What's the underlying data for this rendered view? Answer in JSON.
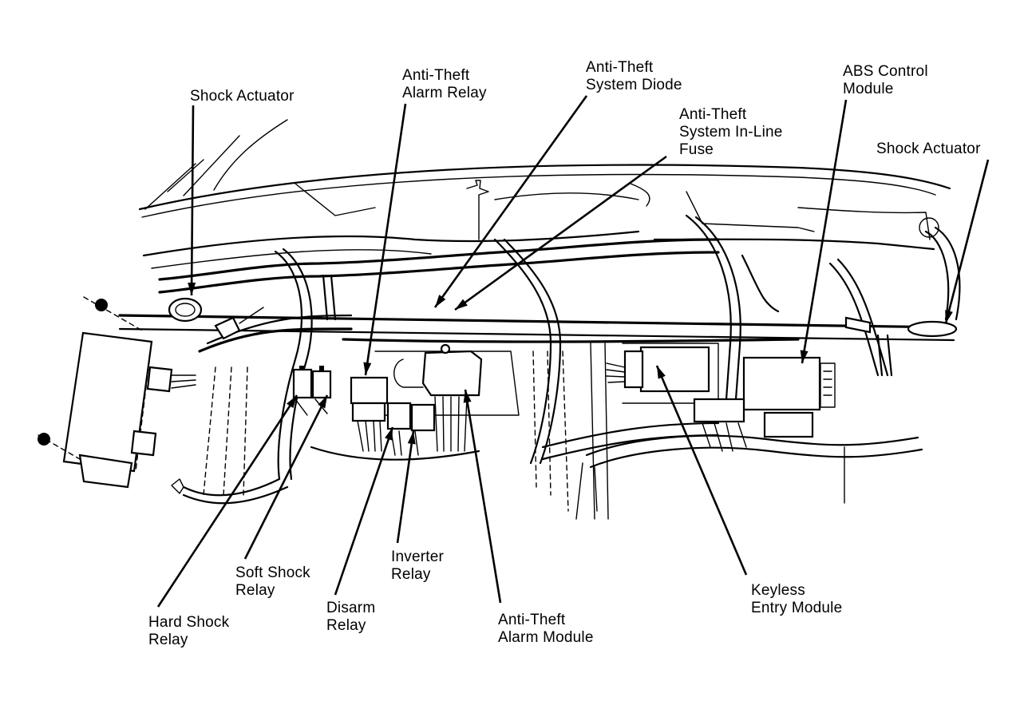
{
  "diagram": {
    "type": "component-location",
    "subject": "Anti-theft, keyless entry, ABS and shock actuator component locations",
    "ink_color": "#000000",
    "background_color": "#ffffff"
  },
  "labels": [
    {
      "id": "shock-actuator-left",
      "lines": [
        "Shock Actuator"
      ]
    },
    {
      "id": "anti-theft-alarm-relay",
      "lines": [
        "Anti-Theft",
        "Alarm Relay"
      ]
    },
    {
      "id": "anti-theft-system-diode",
      "lines": [
        "Anti-Theft",
        "System Diode"
      ]
    },
    {
      "id": "anti-theft-in-line-fuse",
      "lines": [
        "Anti-Theft",
        "System In-Line",
        "Fuse"
      ]
    },
    {
      "id": "abs-control-module",
      "lines": [
        "ABS Control",
        "Module"
      ]
    },
    {
      "id": "shock-actuator-right",
      "lines": [
        "Shock Actuator"
      ]
    },
    {
      "id": "hard-shock-relay",
      "lines": [
        "Hard Shock",
        "Relay"
      ]
    },
    {
      "id": "soft-shock-relay",
      "lines": [
        "Soft Shock",
        "Relay"
      ]
    },
    {
      "id": "disarm-relay",
      "lines": [
        "Disarm",
        "Relay"
      ]
    },
    {
      "id": "inverter-relay",
      "lines": [
        "Inverter",
        "Relay"
      ]
    },
    {
      "id": "anti-theft-alarm-module",
      "lines": [
        "Anti-Theft",
        "Alarm Module"
      ]
    },
    {
      "id": "keyless-entry-module",
      "lines": [
        "Keyless",
        "Entry Module"
      ]
    }
  ]
}
